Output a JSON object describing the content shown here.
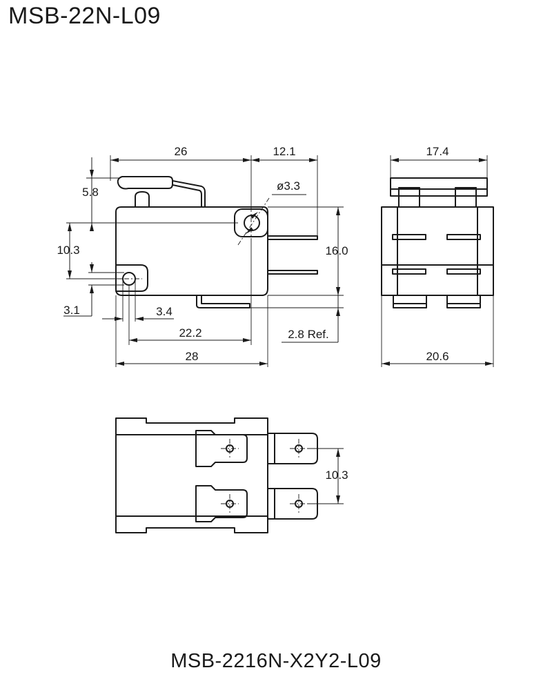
{
  "titles": {
    "top": "MSB-22N-L09",
    "bottom": "MSB-2216N-X2Y2-L09"
  },
  "dimensions": {
    "lever_length": "26",
    "terminal_offset": "12.1",
    "lever_height": "5.8",
    "hole_diameter": "ø3.3",
    "hole_spacing_vertical": "10.3",
    "body_height": "16.0",
    "pivot_offset": "3.1",
    "pivot_diameter": "3.4",
    "hole_center_distance": "22.2",
    "ref_offset": "2.8 Ref.",
    "body_length": "28",
    "side_top_width": "17.4",
    "side_width": "20.6",
    "terminal_spacing": "10.3"
  }
}
